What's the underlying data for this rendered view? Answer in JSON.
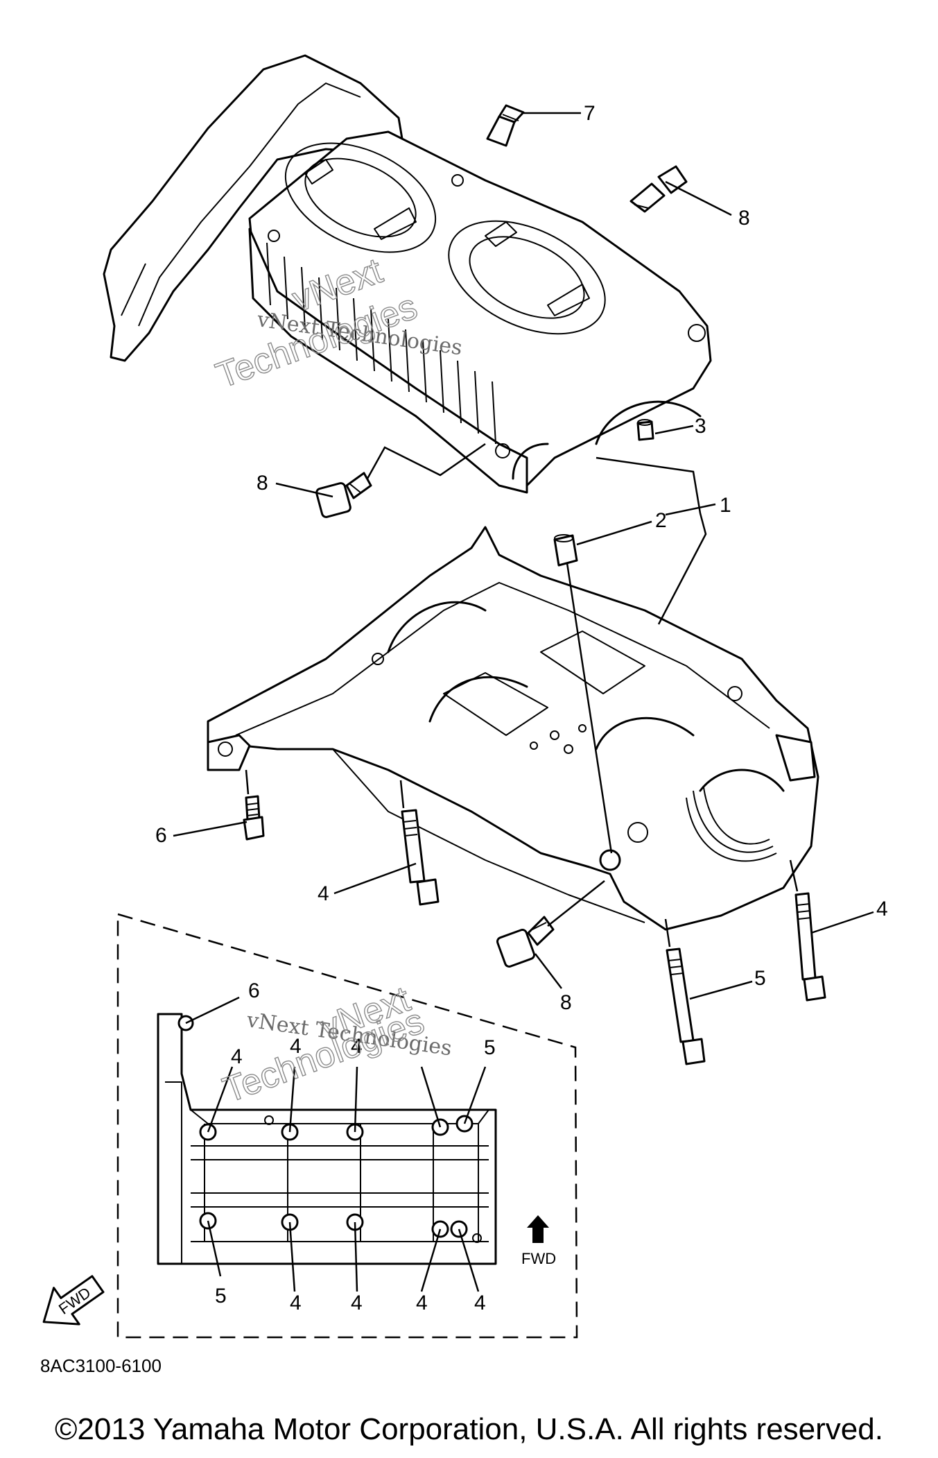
{
  "callouts": {
    "c1": "1",
    "c2": "2",
    "c3": "3",
    "c4a": "4",
    "c4b": "4",
    "c5": "5",
    "c6": "6",
    "c7": "7",
    "c8a": "8",
    "c8b": "8",
    "c8c": "8"
  },
  "inset": {
    "top_numbers": [
      "6",
      "4",
      "4",
      "4",
      "5"
    ],
    "bottom_numbers": [
      "5",
      "4",
      "4",
      "4",
      "4"
    ],
    "fwd_label": "FWD"
  },
  "fwd_badge": "FWD",
  "part_code": "8AC3100-6100",
  "watermarks": {
    "serif_text": "vNext Technologies",
    "outline_line1": "vNext",
    "outline_line2": "Technologies"
  },
  "copyright": "©2013 Yamaha Motor Corporation, U.S.A. All rights reserved."
}
